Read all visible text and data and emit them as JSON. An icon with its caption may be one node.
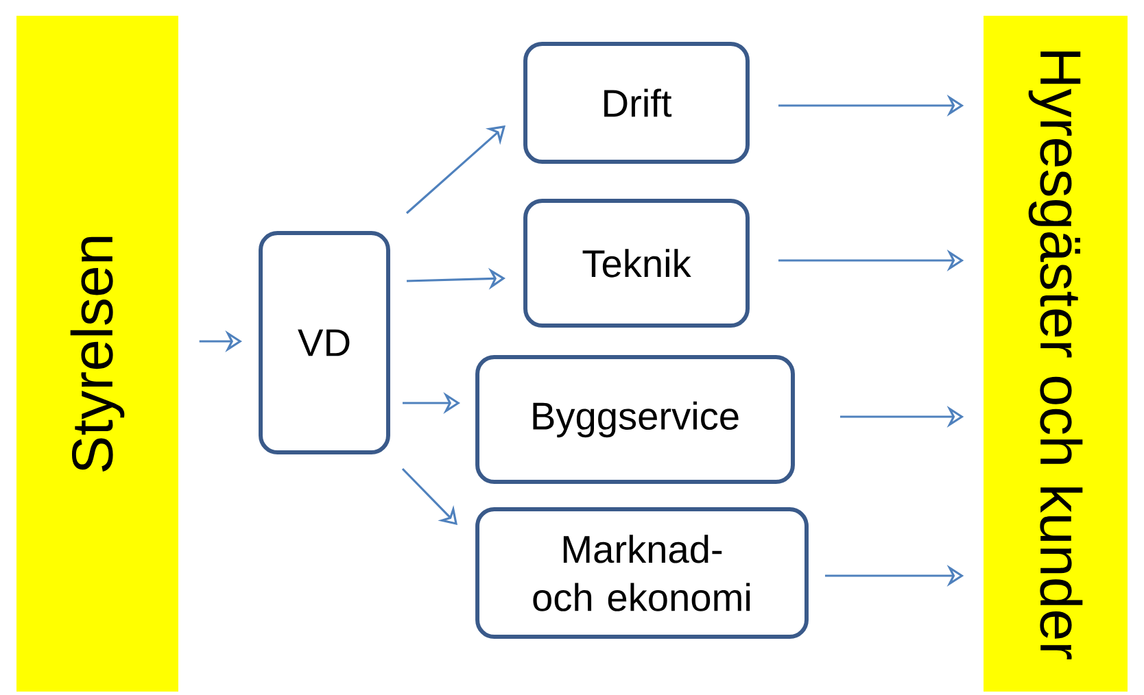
{
  "diagram": {
    "nodes": [
      {
        "text": [
          "Styrelsen"
        ]
      },
      {
        "text": [
          "VD"
        ]
      },
      {
        "text": [
          "Drift"
        ]
      },
      {
        "text": [
          "Teknik"
        ]
      },
      {
        "text": [
          "Byggservice"
        ]
      },
      {
        "text": [
          "Marknad- och ekonomi"
        ]
      },
      {
        "text": [
          "Hyresgäster och kunder"
        ]
      }
    ],
    "edges": [
      {
        "from": 0,
        "to": 1,
        "arrow": "to"
      },
      {
        "from": 1,
        "to": 2,
        "arrow": "to"
      },
      {
        "from": 1,
        "to": 3,
        "arrow": "to"
      },
      {
        "from": 1,
        "to": 4,
        "arrow": "to"
      },
      {
        "from": 1,
        "to": 5,
        "arrow": "to"
      },
      {
        "from": 2,
        "to": 6,
        "arrow": "to"
      },
      {
        "from": 3,
        "to": 6,
        "arrow": "to"
      },
      {
        "from": 4,
        "to": 6,
        "arrow": "to"
      },
      {
        "from": 5,
        "to": 6,
        "arrow": "to"
      }
    ]
  }
}
